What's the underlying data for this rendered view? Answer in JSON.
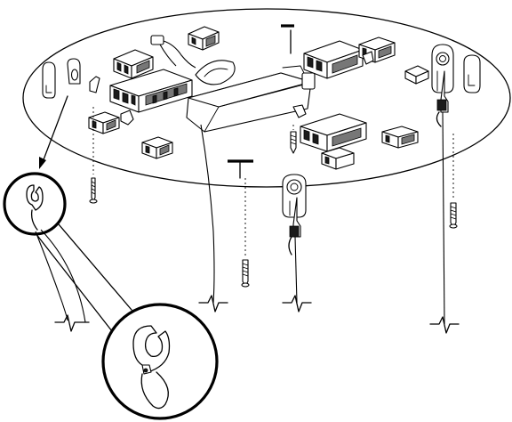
{
  "figure": {
    "labels": []
  },
  "icons": {
    "disk": "ceiling-disk",
    "driver": "driver-box",
    "connectors": "connector-block",
    "hook": "carabiner-hook",
    "screw": "mounting-screw",
    "cable": "suspension-cable",
    "magnifier": "detail-circle"
  },
  "colors": {
    "ink": "#000000",
    "paper": "#ffffff"
  }
}
